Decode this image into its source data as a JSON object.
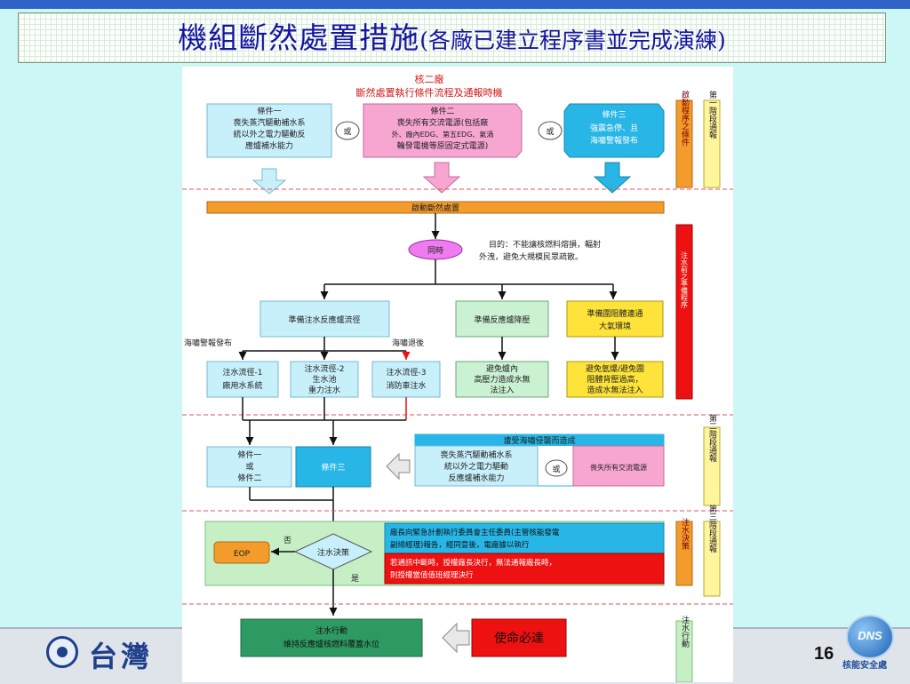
{
  "slide": {
    "title_main": "機組斷然處置措施",
    "title_sub": "(各廠已建立程序書並完成演練)",
    "page_number": "16",
    "footer_logo_text": "台灣",
    "dns_logo": "DNS",
    "dns_caption": "核能安全處"
  },
  "diagram": {
    "heading_1": "核二廠",
    "heading_2": "斷然處置執行條件流程及通報時機",
    "cond1": {
      "title": "條件一",
      "lines": [
        "喪失蒸汽驅動補水系",
        "統以外之電力驅動反",
        "應爐補水能力"
      ]
    },
    "or_label": "或",
    "cond2": {
      "title": "條件二",
      "lines": [
        "喪失所有交流電源(包括廠",
        "外、廠內EDG、第五EDG、氣渦",
        "輪發電機等原固定式電源)"
      ]
    },
    "cond3": {
      "title": "條件三",
      "lines": [
        "強震急停、且",
        "海嘯警報發布"
      ]
    },
    "side_start_conditions": "啟動程序之條件",
    "side_stage1": "第一階段通報",
    "start_bar": "啟動斷然處置",
    "simultaneous": "同時",
    "purpose_lines": [
      "目的：不能讓核燃料熔損，輻射",
      "外洩，避免大規模民眾疏散。"
    ],
    "prep_inject": "準備注水反應爐流徑",
    "prep_depress": "準備反應爐降壓",
    "prep_vent": [
      "準備圍阻體連通",
      "大氣環境"
    ],
    "side_prep_procedures": "注水前之準備程序",
    "label_tsunami_warning": "海嘯警報發布",
    "label_tsunami_retreat": "海嘯退後",
    "path1": [
      "注水流徑-1",
      "廠用水系統"
    ],
    "path2": [
      "注水流徑-2",
      "生水池",
      "重力注水"
    ],
    "path3": [
      "注水流徑-3",
      "消防車注水"
    ],
    "depress_result": [
      "避免爐內",
      "高壓力造成水無",
      "法注入"
    ],
    "vent_result": [
      "避免氫爆/避免圍",
      "阻體背壓過高，",
      "造成水無法注入"
    ],
    "tsunami_header": "遭受海嘯侵襲而造成",
    "tsunami_loss_dc": [
      "喪失蒸汽驅動補水系",
      "統以外之電力驅動",
      "反應爐補水能力"
    ],
    "tsunami_loss_ac": "喪失所有交流電源",
    "cond12": [
      "條件一",
      "或",
      "條件二"
    ],
    "cond3_box": "條件三",
    "side_stage2": "第二階段通報",
    "decision_blue": [
      "廠長向緊急計劃執行委員會主任委員(主管核能發電",
      "副總經理)報告，經同意後，電廠據以執行"
    ],
    "decision_red": [
      "若通訊中斷時，授權廠長決行，無法通報廠長時，",
      "則授權當值值班經理決行"
    ],
    "decision_diamond": "注水決策",
    "no_label": "否",
    "yes_label": "是",
    "eop": "EOP",
    "side_decision": "注水決策",
    "side_stage3": "第三階段通報",
    "action": [
      "注水行動",
      "維持反應爐核燃料覆蓋水位"
    ],
    "mission": "使命必達",
    "side_action": "注水行動",
    "colors": {
      "light_blue": "#c8f0fb",
      "pink": "#f7a6d1",
      "cyan": "#27b6e6",
      "orange": "#f39b2b",
      "green_box": "#c9f1d2",
      "yellow": "#fde33a",
      "red": "#ee1111",
      "dark_green": "#2e9a63",
      "magenta": "#f07bf0",
      "panel_green": "#c6efc6"
    }
  }
}
